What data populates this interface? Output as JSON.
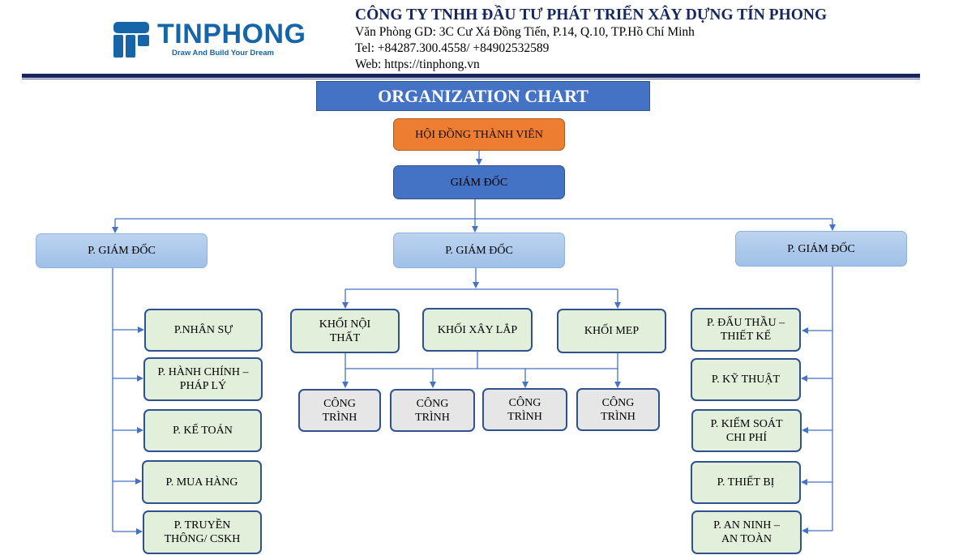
{
  "header": {
    "logo_text": "TINPHONG",
    "logo_tagline": "Draw And Build Your Dream",
    "company_name": "CÔNG TY TNHH ĐẦU TƯ PHÁT TRIỂN XÂY DỰNG TÍN PHONG",
    "address": "Văn Phòng GD: 3C Cư Xá Đồng Tiến, P.14, Q.10, TP.Hồ Chí Minh",
    "tel": "Tel: +84287.300.4558/ +84902532589",
    "web": "Web: https://tinphong.vn"
  },
  "chart": {
    "title": "ORGANIZATION CHART",
    "board": "HỘI ĐỒNG THÀNH VIÊN",
    "director": "GIÁM ĐỐC",
    "deputy_left": "P. GIÁM ĐỐC",
    "deputy_center": "P. GIÁM ĐỐC",
    "deputy_right": "P. GIÁM ĐỐC",
    "left_departments": [
      "P.NHÂN SỰ",
      "P. HÀNH CHÍNH – PHÁP LÝ",
      "P. KẾ TOÁN",
      "P. MUA HÀNG",
      "P. TRUYỀN THÔNG/ CSKH"
    ],
    "center_divisions": [
      "KHỐI NỘI THẤT",
      "KHỐI XÂY LẮP",
      "KHỐI MEP"
    ],
    "projects": [
      "CÔNG TRÌNH",
      "CÔNG TRÌNH",
      "CÔNG TRÌNH",
      "CÔNG TRÌNH"
    ],
    "right_departments": [
      "P. ĐẤU THẦU – THIẾT KẾ",
      "P. KỸ THUẬT",
      "P. KIỂM SOÁT CHI PHÍ",
      "P. THIẾT BỊ",
      "P. AN NINH – AN TOÀN"
    ]
  },
  "colors": {
    "brand_blue": "#1565a8",
    "header_navy": "#17275c",
    "title_blue": "#4472c4",
    "board_orange": "#ed7d31",
    "connector": "#4472c4",
    "department_green": "#e2efda",
    "project_gray": "#e7e6e6"
  }
}
